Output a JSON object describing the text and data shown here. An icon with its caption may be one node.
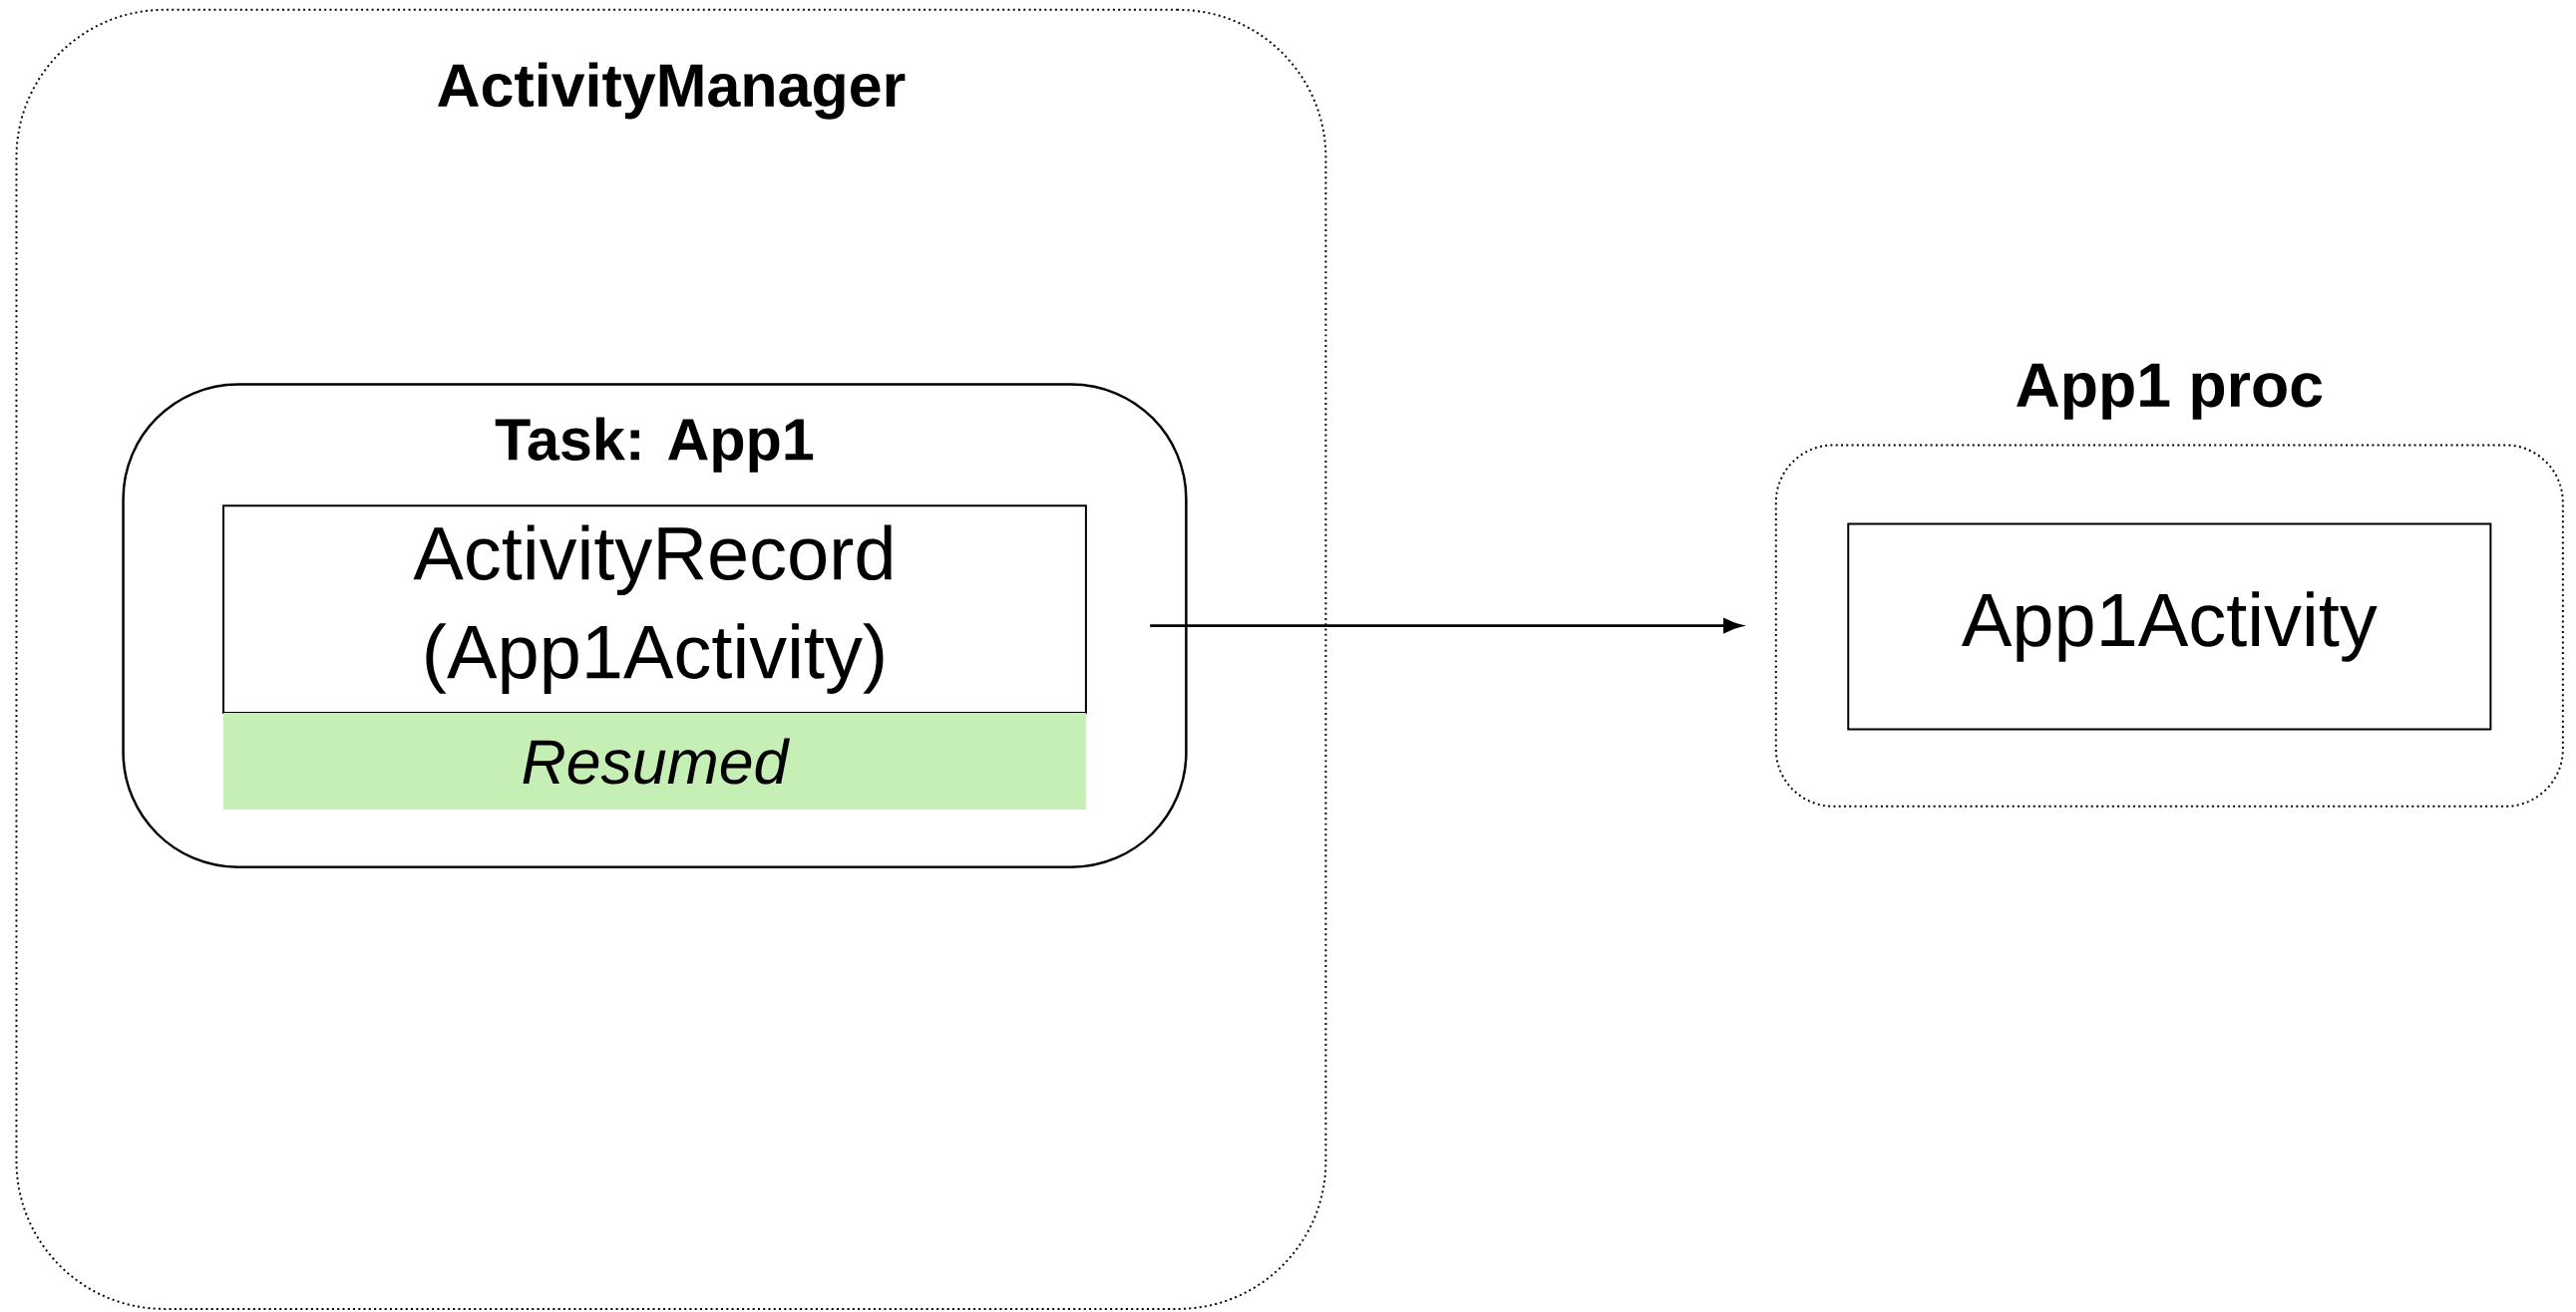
{
  "diagram": {
    "nodes": [
      {
        "text": [
          "ActivityManager"
        ]
      },
      {
        "text": [
          "Task: App1"
        ],
        "in": 0
      },
      {
        "text": [
          "ActivityRecord (App1Activity)"
        ],
        "in": 1
      },
      {
        "text": [
          "Resumed"
        ],
        "in": 1
      },
      {
        "text": [
          "App1 proc"
        ]
      },
      {
        "text": [
          "App1Activity"
        ],
        "in": 4
      }
    ],
    "edges": [
      {
        "from": 1,
        "to": 4,
        "arrow": "to"
      }
    ]
  }
}
